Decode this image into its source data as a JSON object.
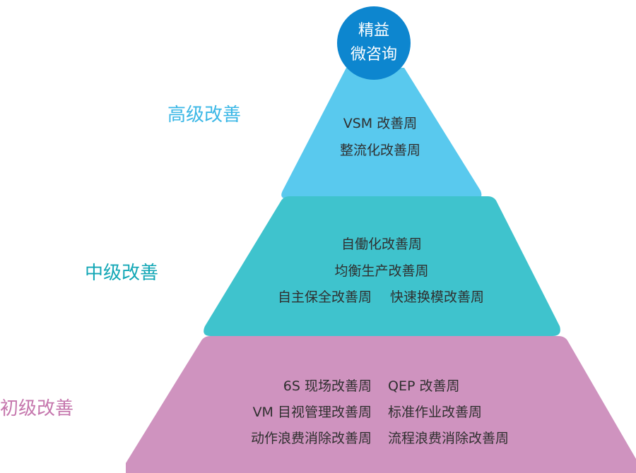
{
  "colors": {
    "apex": "#0d86cf",
    "top_tier": "#59c9ee",
    "middle_tier": "#3fc3cd",
    "bottom_tier": "#cf93bf",
    "top_label": "#3ab7e6",
    "middle_label": "#13a7b6",
    "bottom_label": "#c576ad"
  },
  "apex": {
    "line1": "精益",
    "line2": "微咨询"
  },
  "levels": {
    "top": {
      "label": "高级改善",
      "items": [
        "VSM 改善周",
        "整流化改善周"
      ]
    },
    "middle": {
      "label": "中级改善",
      "items": [
        "自働化改善周",
        "均衡生产改善周",
        "自主保全改善周",
        "快速换模改善周"
      ]
    },
    "bottom": {
      "label": "初级改善",
      "items": [
        "6S 现场改善周",
        "QEP 改善周",
        "VM 目视管理改善周",
        "标准作业改善周",
        "动作浪费消除改善周",
        "流程浪费消除改善周"
      ]
    }
  }
}
